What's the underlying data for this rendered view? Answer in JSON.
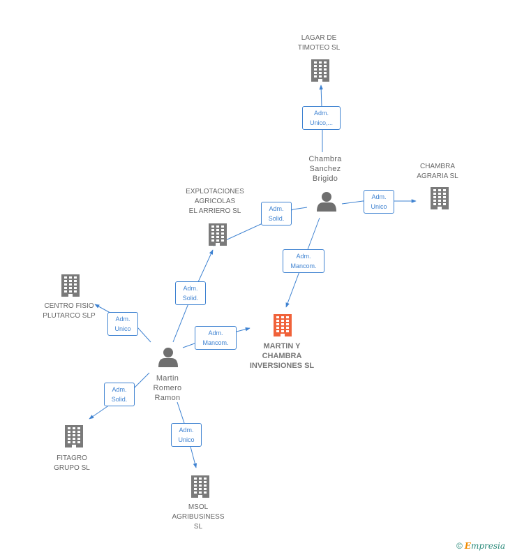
{
  "nodes": {
    "lagar": {
      "label_lines": [
        "LAGAR DE",
        "TIMOTEO SL"
      ]
    },
    "chambra_agraria": {
      "label_lines": [
        "CHAMBRA",
        "AGRARIA  SL"
      ]
    },
    "explotaciones": {
      "label_lines": [
        "EXPLOTACIONES",
        "AGRICOLAS",
        "EL ARRIERO SL"
      ]
    },
    "centro_fisio": {
      "label_lines": [
        "CENTRO FISIO",
        "PLUTARCO SLP"
      ]
    },
    "martin_y_chambra": {
      "label_lines": [
        "MARTIN Y",
        "CHAMBRA",
        "INVERSIONES SL"
      ]
    },
    "fitagro": {
      "label_lines": [
        "FITAGRO",
        "GRUPO SL"
      ]
    },
    "msol": {
      "label_lines": [
        "MSOL",
        "AGRIBUSINESS",
        "SL"
      ]
    },
    "chambra_person": {
      "label_lines": [
        "Chambra",
        "Sanchez",
        "Brigido"
      ]
    },
    "martin_person": {
      "label_lines": [
        "Martin",
        "Romero",
        "Ramon"
      ]
    }
  },
  "edges": {
    "e_lagar": {
      "label_lines": [
        "Adm.",
        "Unico,..."
      ]
    },
    "e_explot_chambra": {
      "label_lines": [
        "Adm.",
        "Solid."
      ]
    },
    "e_agraria": {
      "label_lines": [
        "Adm.",
        "Unico"
      ]
    },
    "e_mci_chambra": {
      "label_lines": [
        "Adm.",
        "Mancom."
      ]
    },
    "e_explot_martin": {
      "label_lines": [
        "Adm.",
        "Solid."
      ]
    },
    "e_centro": {
      "label_lines": [
        "Adm.",
        "Unico"
      ]
    },
    "e_mci_martin": {
      "label_lines": [
        "Adm.",
        "Mancom."
      ]
    },
    "e_fitagro": {
      "label_lines": [
        "Adm.",
        "Solid."
      ]
    },
    "e_msol": {
      "label_lines": [
        "Adm.",
        "Unico"
      ]
    }
  },
  "colors": {
    "edge": "#3e82d1",
    "company_icon": "#7a7a7a",
    "focus_icon": "#f0623a",
    "person_icon": "#6f6f6f"
  },
  "watermark": {
    "copyright": "©",
    "brand_first": "E",
    "brand_rest": "mpresia"
  }
}
